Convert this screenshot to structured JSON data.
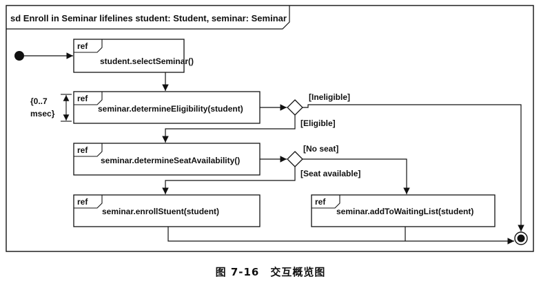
{
  "frame": {
    "title": "sd Enroll in Seminar lifelines student: Student, seminar: Seminar"
  },
  "refs": [
    {
      "tag": "ref",
      "label": "student.selectSeminar()"
    },
    {
      "tag": "ref",
      "label": "seminar.determineEligibility(student)"
    },
    {
      "tag": "ref",
      "label": "seminar.determineSeatAvailability()"
    },
    {
      "tag": "ref",
      "label": "seminar.enrollStuent(student)"
    },
    {
      "tag": "ref",
      "label": "seminar.addToWaitingList(student)"
    }
  ],
  "guards": {
    "ineligible": "[Ineligible]",
    "eligible": "[Eligible]",
    "no_seat": "[No seat]",
    "seat_available": "[Seat available]"
  },
  "constraint": {
    "line1": "{0..7",
    "line2": "msec}"
  },
  "caption": "图 7-16　交互概览图"
}
